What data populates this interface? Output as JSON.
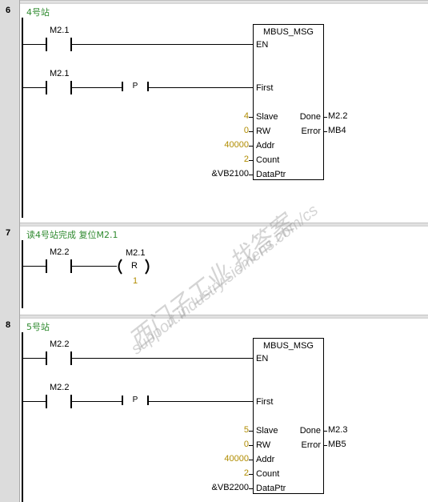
{
  "networks": [
    {
      "number": "6",
      "comment": "4号站",
      "contact1": "M2.1",
      "contact2": "M2.1",
      "box_title": "MBUS_MSG",
      "pin_en": "EN",
      "pin_first": "First",
      "pin_p": "P",
      "inputs": [
        {
          "value": "4",
          "label": "Slave"
        },
        {
          "value": "0",
          "label": "RW"
        },
        {
          "value": "40000",
          "label": "Addr"
        },
        {
          "value": "2",
          "label": "Count"
        },
        {
          "value": "&VB2100",
          "label": "DataPtr"
        }
      ],
      "outputs": [
        {
          "label": "Done",
          "value": "M2.2"
        },
        {
          "label": "Error",
          "value": "MB4"
        }
      ]
    },
    {
      "number": "7",
      "comment": "读4号站完成 复位M2.1",
      "contact1": "M2.2",
      "coil_addr": "M2.1",
      "coil_type": "R",
      "coil_count": "1"
    },
    {
      "number": "8",
      "comment": "5号站",
      "contact1": "M2.2",
      "contact2": "M2.2",
      "box_title": "MBUS_MSG",
      "pin_en": "EN",
      "pin_first": "First",
      "pin_p": "P",
      "inputs": [
        {
          "value": "5",
          "label": "Slave"
        },
        {
          "value": "0",
          "label": "RW"
        },
        {
          "value": "40000",
          "label": "Addr"
        },
        {
          "value": "2",
          "label": "Count"
        },
        {
          "value": "&VB2200",
          "label": "DataPtr"
        }
      ],
      "outputs": [
        {
          "label": "Done",
          "value": "M2.3"
        },
        {
          "label": "Error",
          "value": "MB5"
        }
      ]
    }
  ],
  "watermark": {
    "line1": "西门子工业  找答案",
    "line2": "support.industry.siemens.com/cs"
  }
}
